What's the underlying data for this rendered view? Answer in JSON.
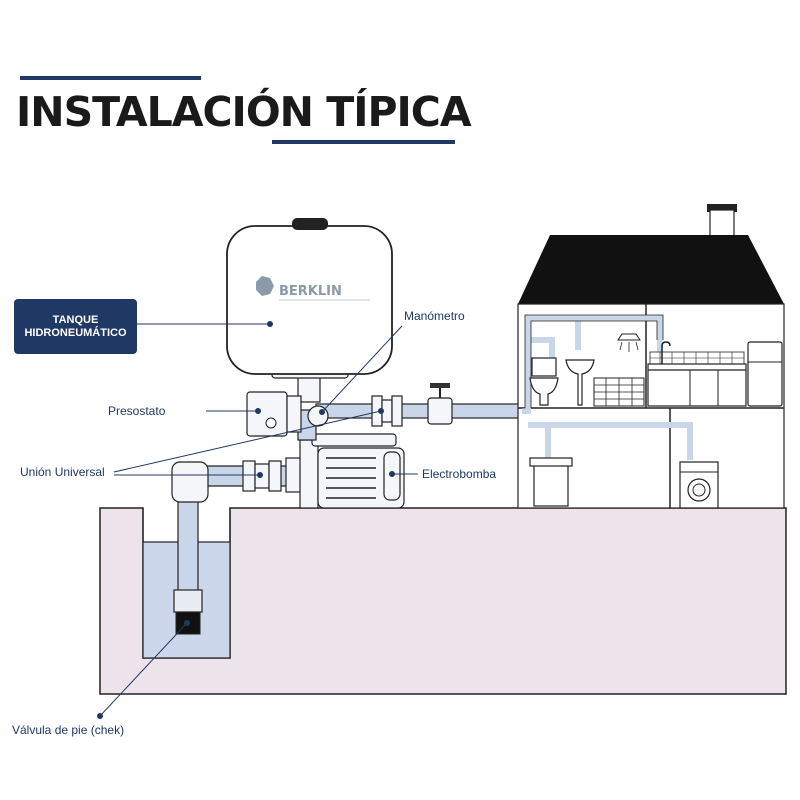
{
  "title": "INSTALACIÓN TÍPICA",
  "brand": "BERKLIN",
  "labels": {
    "tank": "TANQUE HIDRONEUMÁTICO",
    "gauge": "Manómetro",
    "pressure_switch": "Presostato",
    "union": "Unión Universal",
    "pump": "Electrobomba",
    "foot_valve": "Válvula de pie (chek)"
  },
  "colors": {
    "accent": "#1f3864",
    "pipe": "#c9d6ea",
    "water": "#cdd7ec",
    "ground": "#ece4ea",
    "roof": "#111111"
  }
}
